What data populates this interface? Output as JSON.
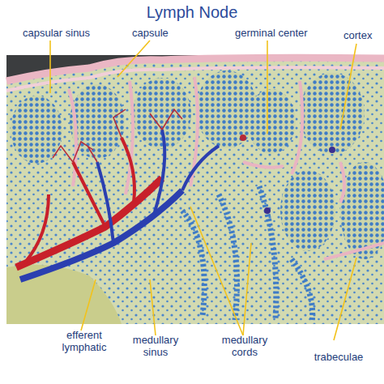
{
  "diagram": {
    "title": "Lymph Node",
    "labels": [
      "capsular sinus",
      "capsule",
      "germinal center",
      "cortex",
      "efferent lymphatic",
      "medullary sinus",
      "medullary cords",
      "trabeculae"
    ]
  }
}
